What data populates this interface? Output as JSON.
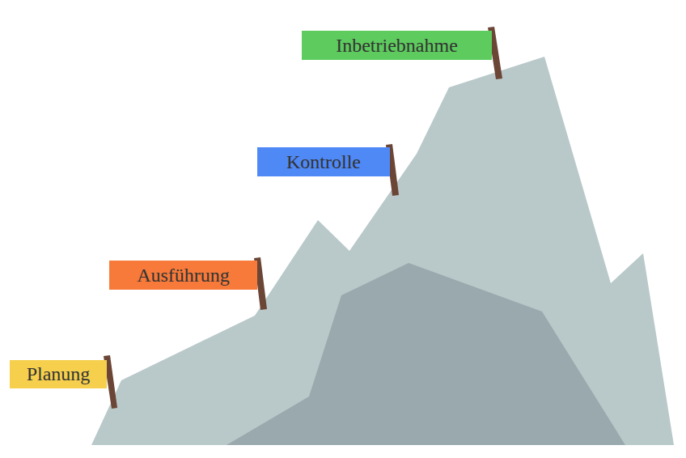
{
  "diagram": {
    "nodes": [
      {
        "text": [
          "Planung"
        ]
      },
      {
        "text": [
          "Ausführung"
        ]
      },
      {
        "text": [
          "Kontrolle"
        ]
      },
      {
        "text": [
          "Inbetriebnahme"
        ]
      }
    ]
  }
}
